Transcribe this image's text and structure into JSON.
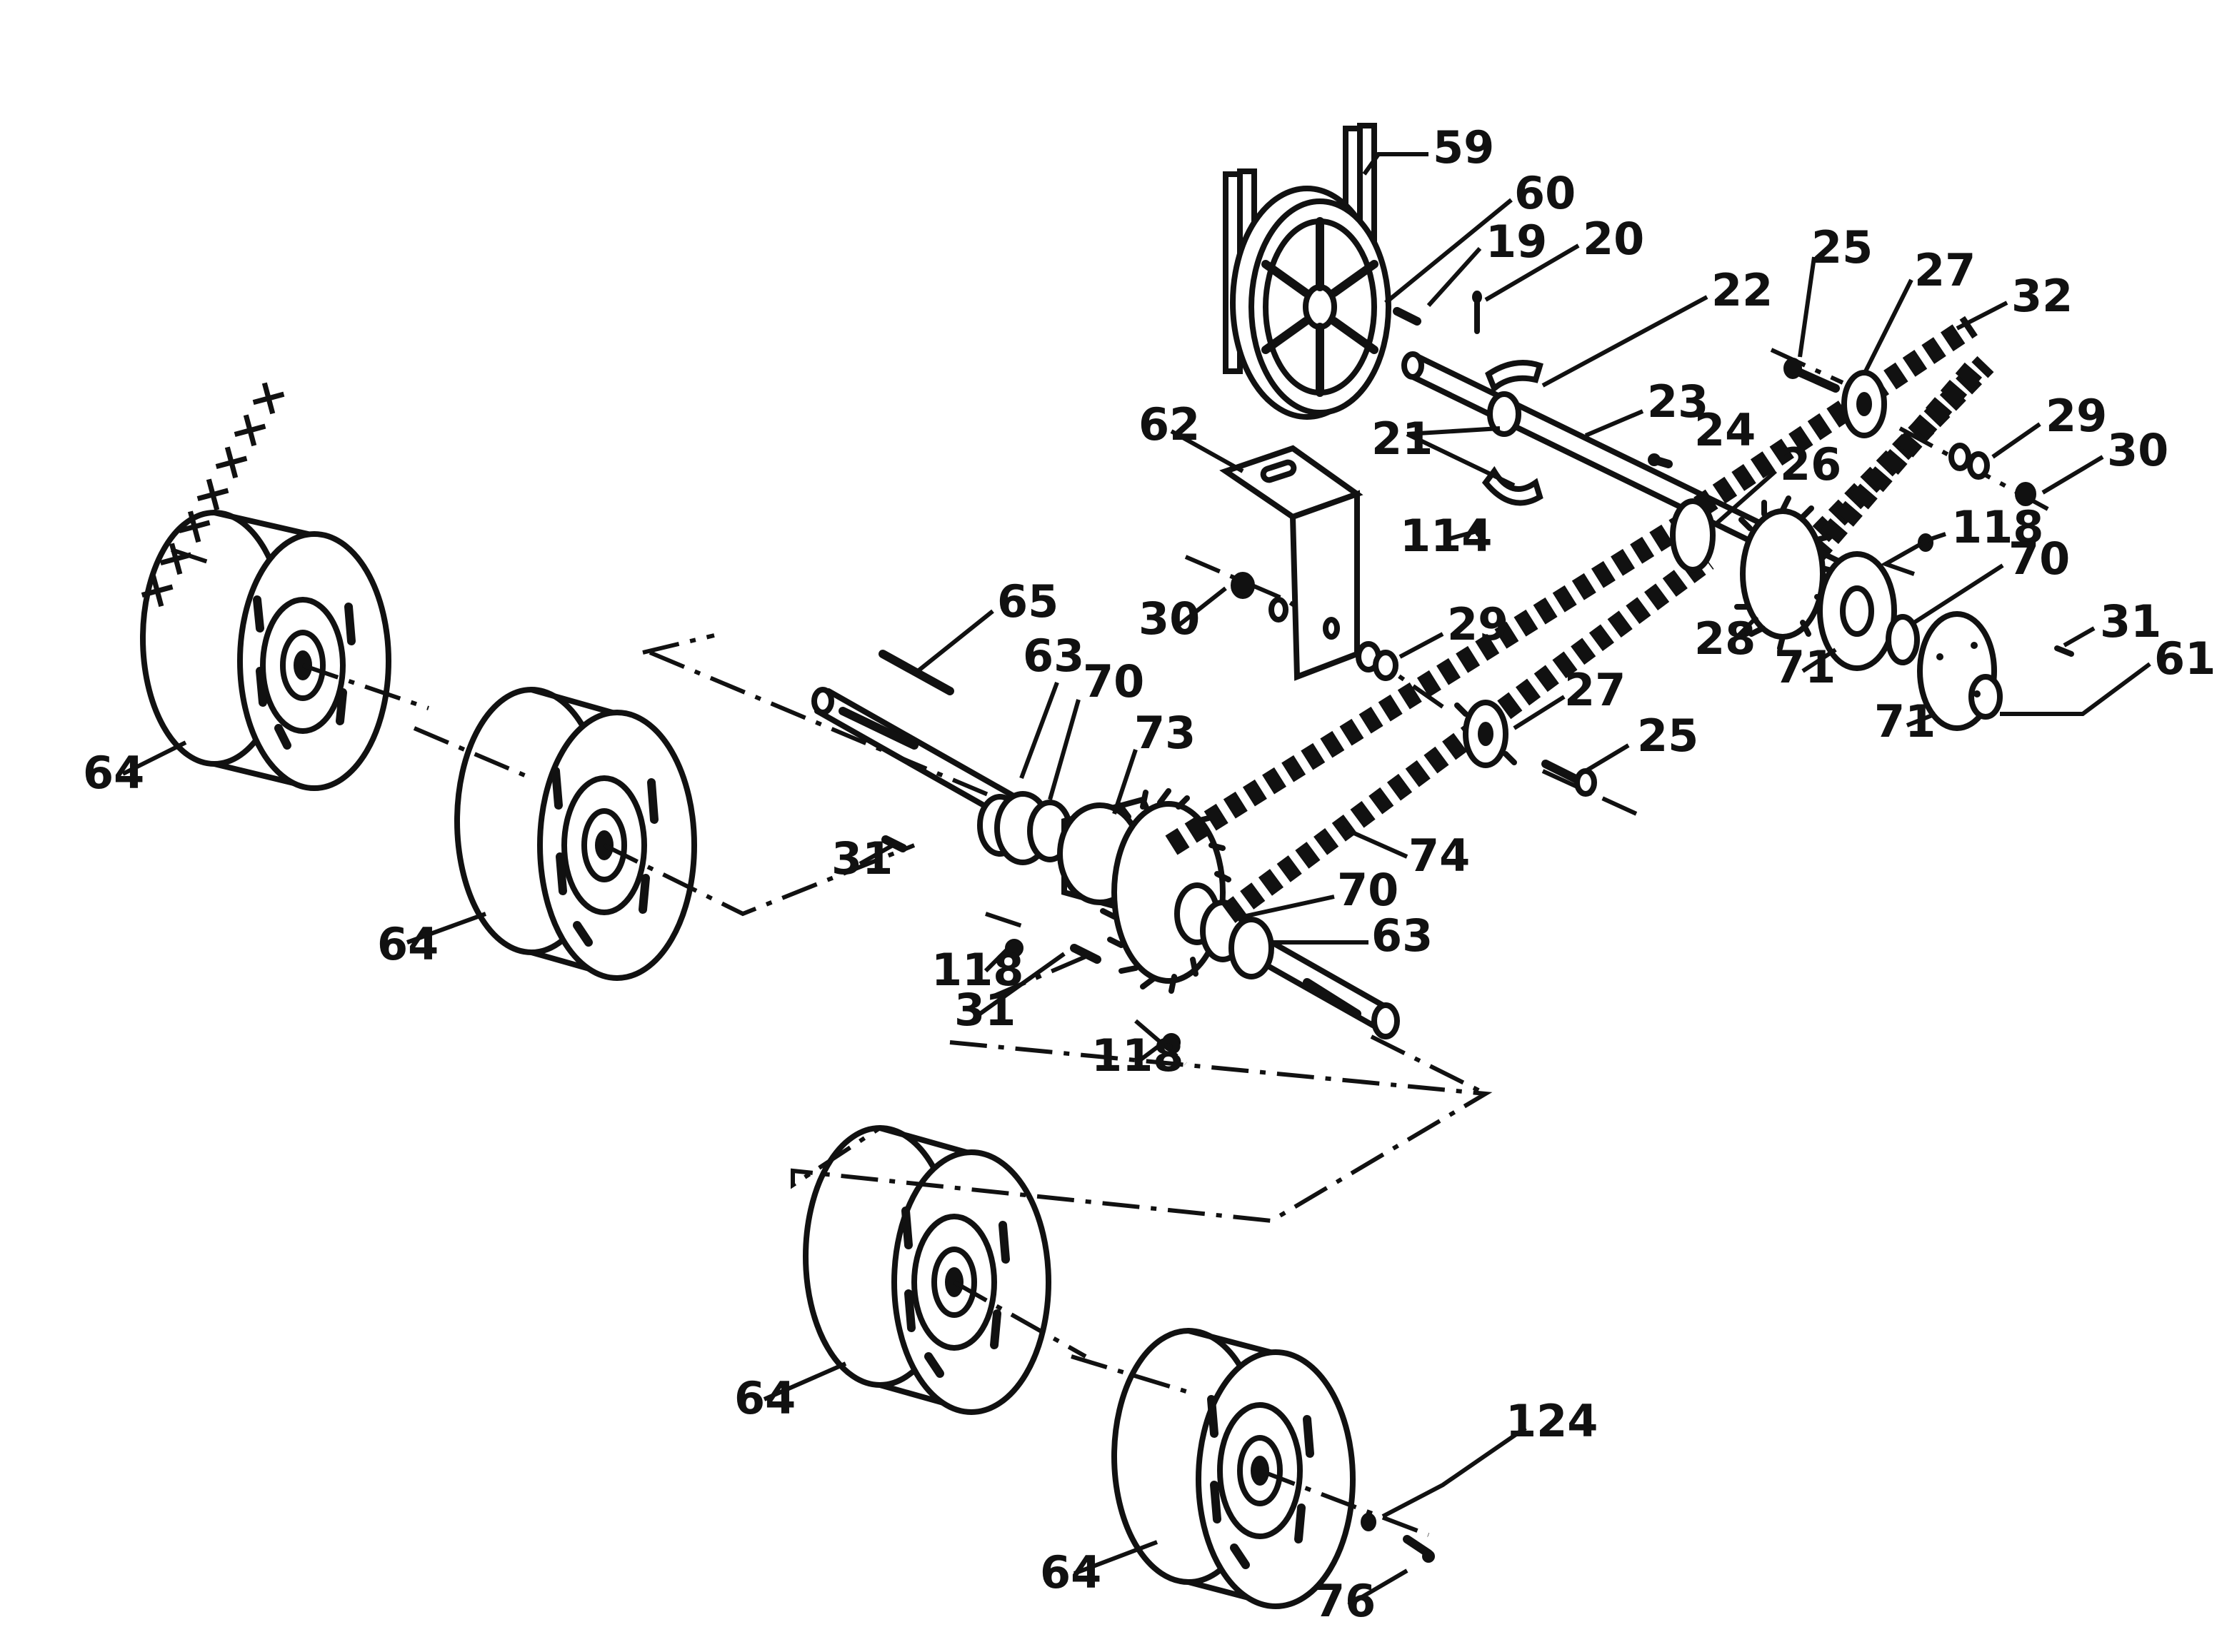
{
  "colors": {
    "ink": "#111111",
    "paper": "#ffffff"
  },
  "labels": {
    "l59": "59",
    "l60": "60",
    "l19": "19",
    "l20": "20",
    "l22": "22",
    "l25a": "25",
    "l27a": "27",
    "l32": "32",
    "l21": "21",
    "l23": "23",
    "l24": "24",
    "l29a": "29",
    "l30a": "30",
    "l62": "62",
    "l114": "114",
    "l26": "26",
    "l118a": "118",
    "l70a": "70",
    "l31a": "31",
    "l61": "61",
    "l28": "28",
    "l71a": "71",
    "l71b": "71",
    "l30b": "30",
    "l29b": "29",
    "l65": "65",
    "l63a": "63",
    "l70b": "70",
    "l73": "73",
    "l27b": "27",
    "l25b": "25",
    "l74": "74",
    "l64a": "64",
    "l64b": "64",
    "l31b": "31",
    "l118b": "118",
    "l31c": "31",
    "l70c": "70",
    "l63b": "63",
    "l118c": "118",
    "l64c": "64",
    "l64d": "64",
    "l124": "124",
    "l76": "76"
  }
}
